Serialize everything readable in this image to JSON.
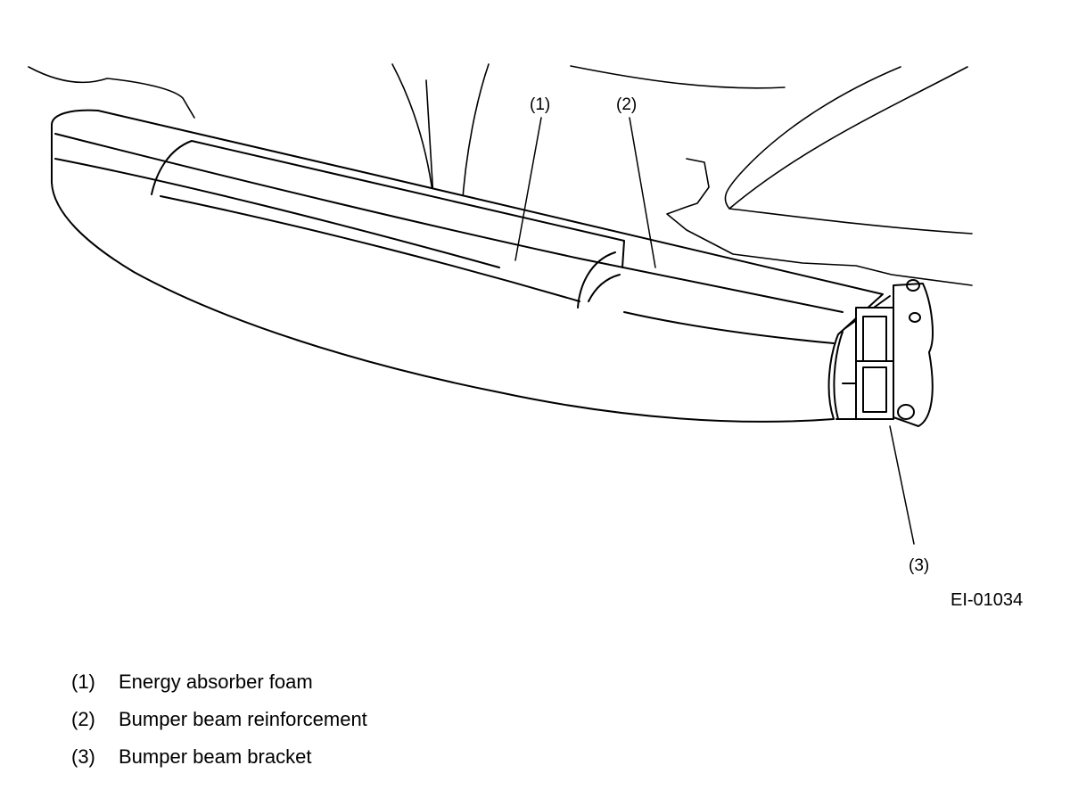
{
  "diagram": {
    "figure_code": "EI-01034",
    "callouts": [
      {
        "label": "(1)"
      },
      {
        "label": "(2)"
      },
      {
        "label": "(3)"
      }
    ]
  },
  "legend": [
    {
      "num": "(1)",
      "text": "Energy absorber foam"
    },
    {
      "num": "(2)",
      "text": "Bumper beam reinforcement"
    },
    {
      "num": "(3)",
      "text": "Bumper beam bracket"
    }
  ]
}
